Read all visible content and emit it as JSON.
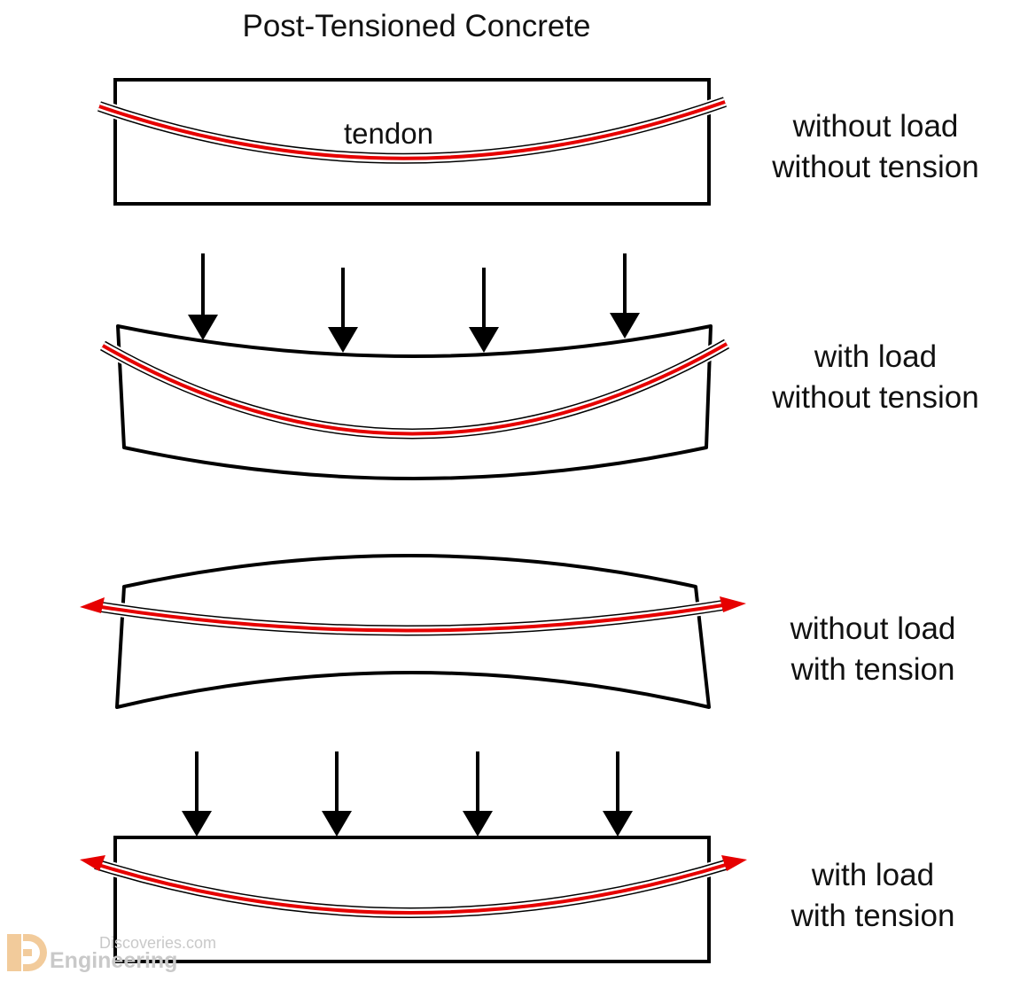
{
  "title": "Post-Tensioned Concrete",
  "tendon_label": "tendon",
  "cases": [
    {
      "line1": "without load",
      "line2": "without tension"
    },
    {
      "line1": "with load",
      "line2": "without tension"
    },
    {
      "line1": "without load",
      "line2": "with tension"
    },
    {
      "line1": "with load",
      "line2": "with tension"
    }
  ],
  "colors": {
    "tendon": "#e60000",
    "outline": "#000000",
    "watermark": "#c9c9c9"
  },
  "watermark": {
    "sub": "Discoveries.com",
    "main": "Engineering",
    "logo_letters": "ED"
  }
}
